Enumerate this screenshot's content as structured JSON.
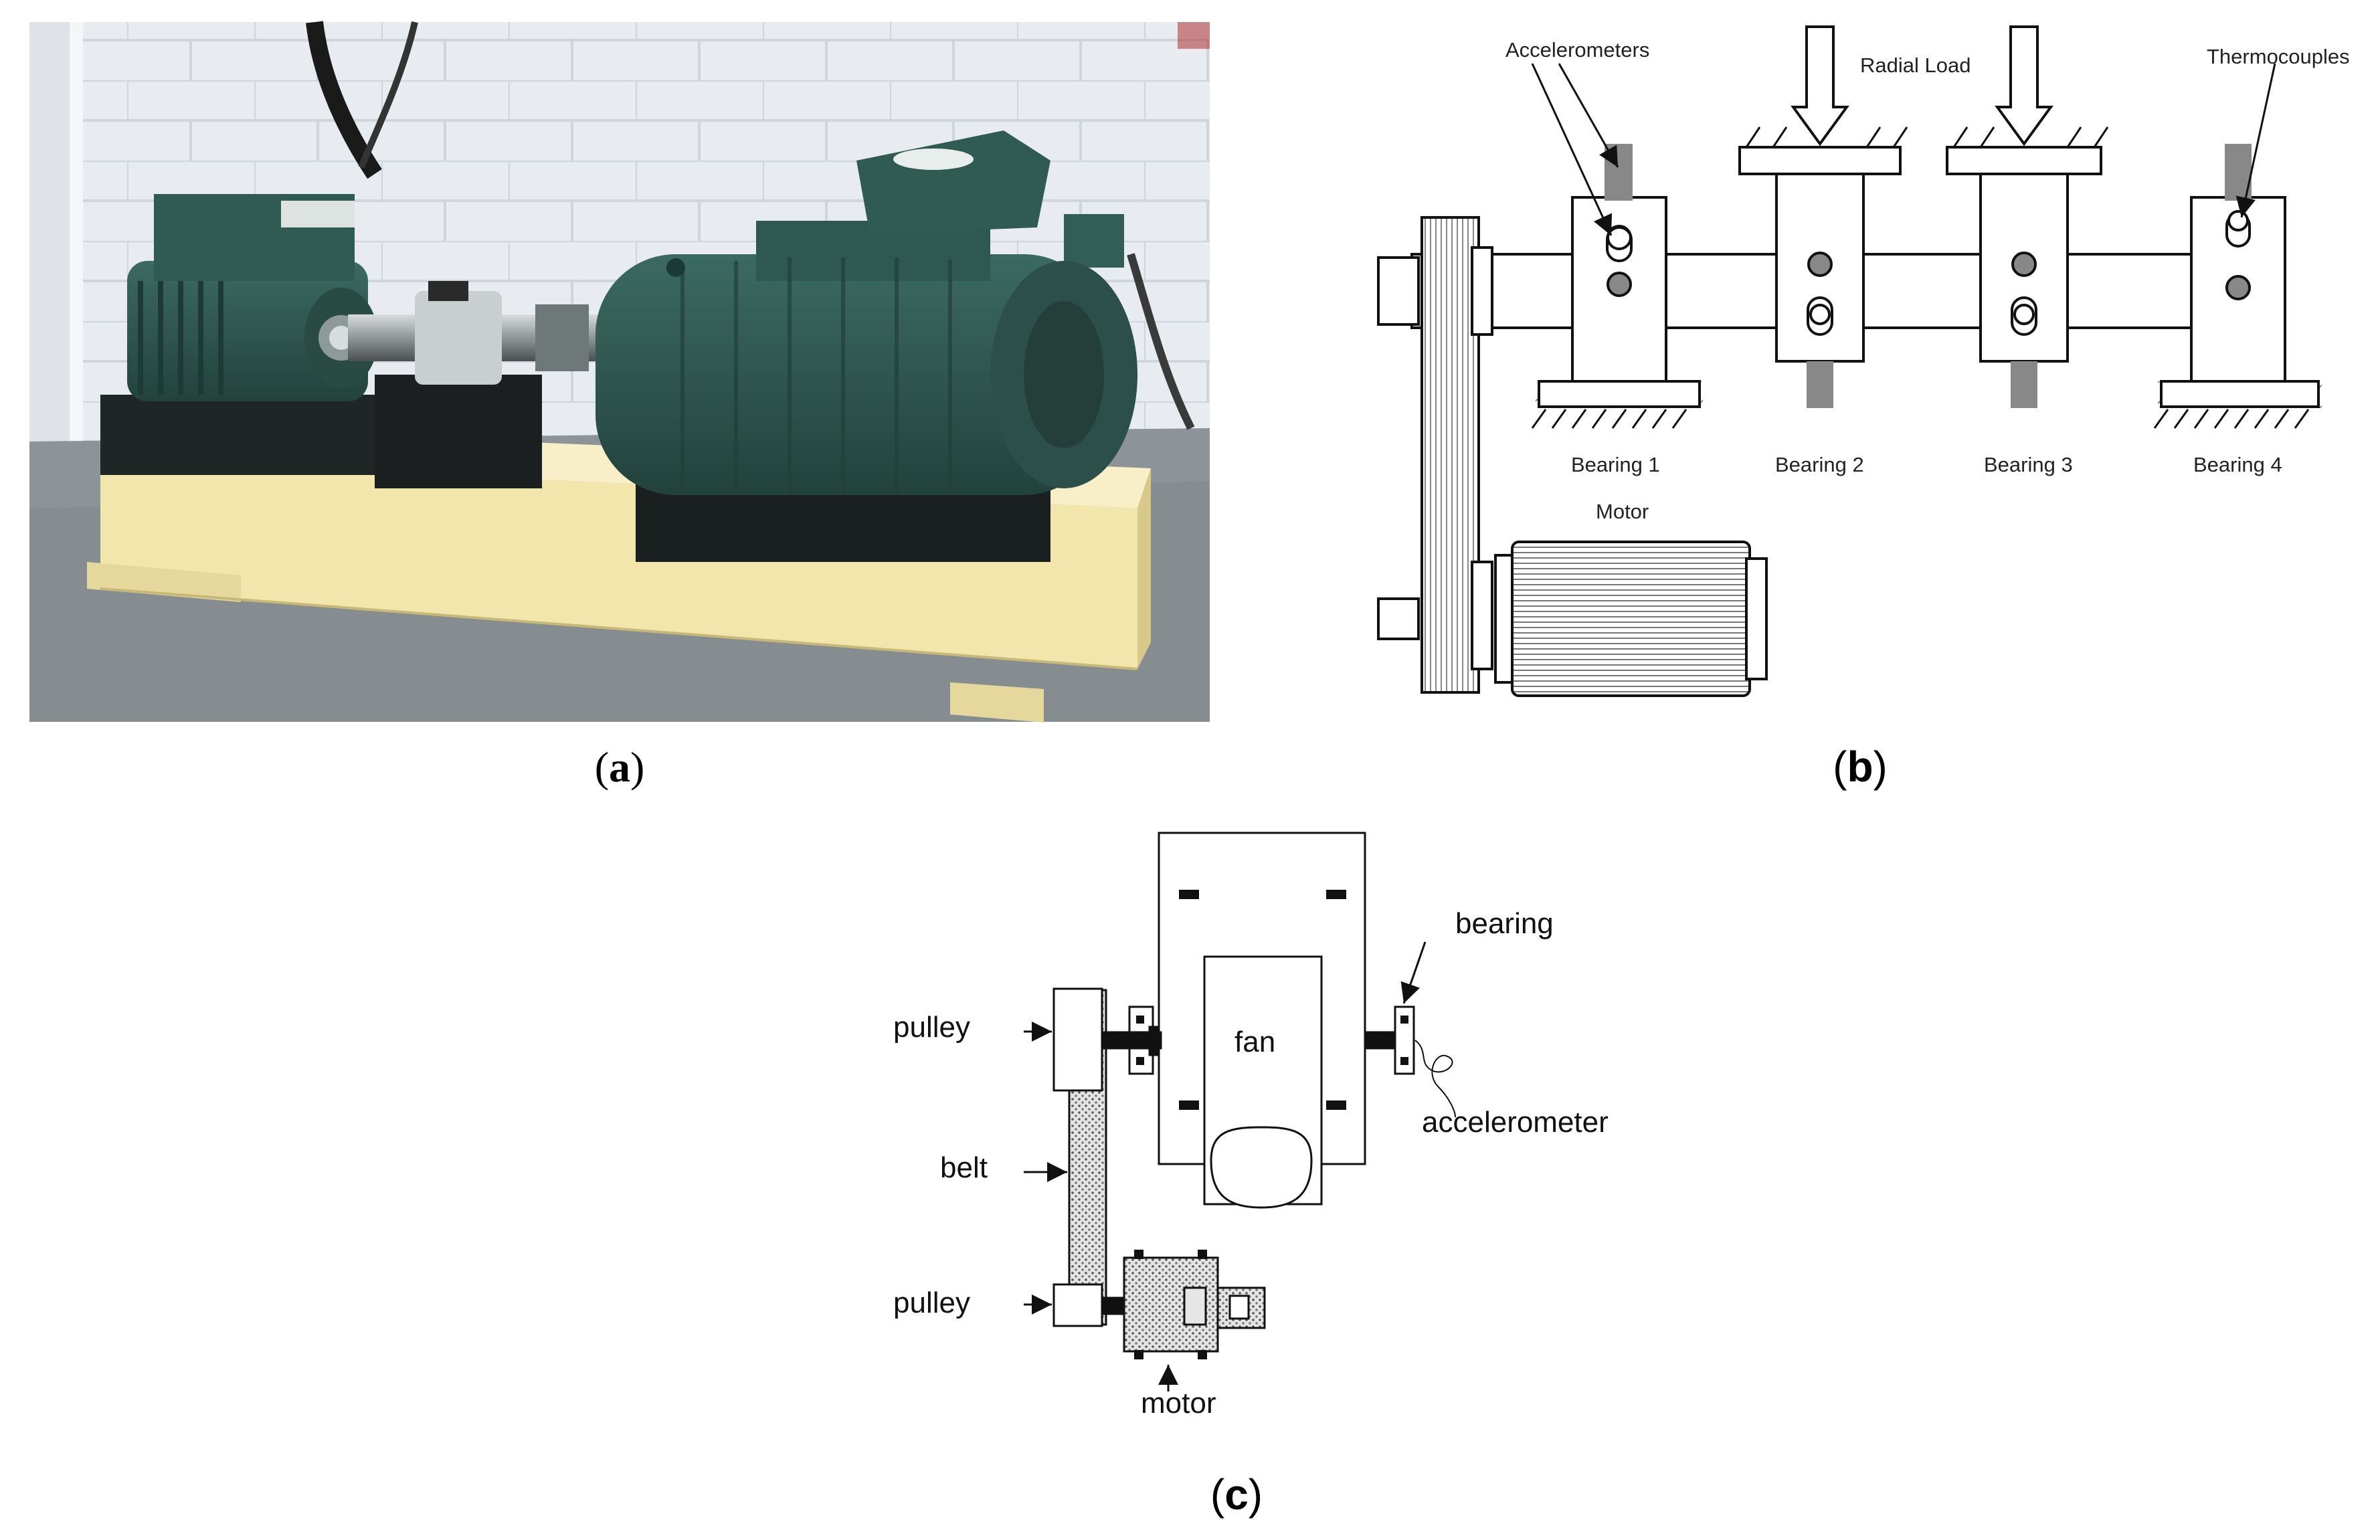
{
  "panel_a": {
    "caption_letter": "a"
  },
  "panel_b": {
    "caption_letter": "b",
    "labels": {
      "accelerometers": "Accelerometers",
      "radial_load": "Radial Load",
      "thermocouples": "Thermocouples",
      "motor": "Motor"
    },
    "bearings": [
      "Bearing 1",
      "Bearing 2",
      "Bearing 3",
      "Bearing 4"
    ]
  },
  "panel_c": {
    "caption_letter": "c",
    "labels": {
      "pulley_top": "pulley",
      "belt": "belt",
      "pulley_bottom": "pulley",
      "fan": "fan",
      "bearing": "bearing",
      "accelerometer": "accelerometer",
      "motor": "motor"
    }
  },
  "colors": {
    "machine_green": "#2f5b52",
    "machine_dark": "#1c2624",
    "wood_base": "#f1e3a8",
    "wall": "#e7ebf0",
    "floor": "#8c9499",
    "line": "#111111"
  }
}
